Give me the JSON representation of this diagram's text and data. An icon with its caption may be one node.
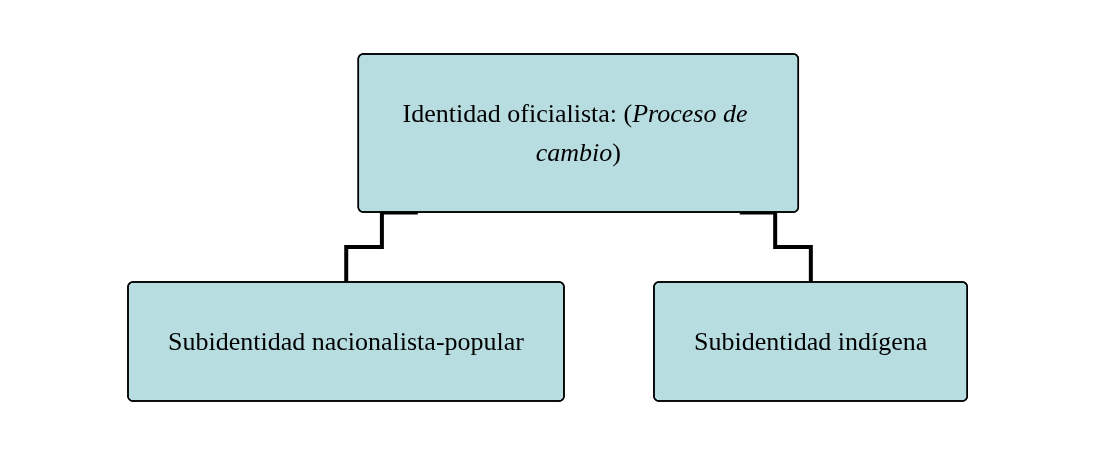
{
  "diagram": {
    "nodes": [
      {
        "text": [
          "Identidad oficialista: (*Proceso de cambio*)"
        ]
      },
      {
        "text": [
          "Subidentidad nacionalista-popular"
        ]
      },
      {
        "text": [
          "Subidentidad indígena"
        ]
      }
    ],
    "edges": [
      {
        "from": 0,
        "to": 1,
        "arrow": "none"
      },
      {
        "from": 0,
        "to": 2,
        "arrow": "none"
      }
    ]
  }
}
